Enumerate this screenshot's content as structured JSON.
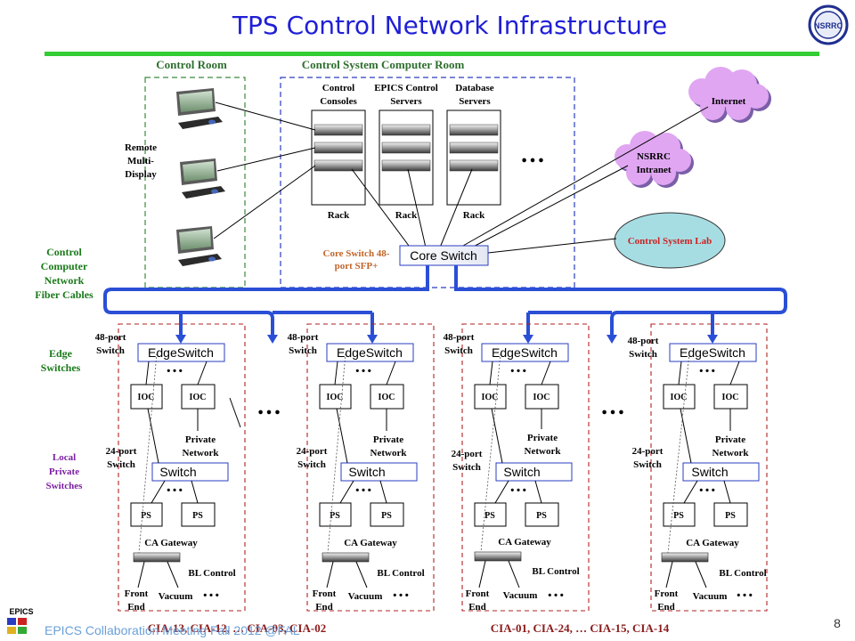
{
  "title": "TPS Control Network Infrastructure",
  "logo": {
    "text": "NSRRC"
  },
  "rooms": {
    "control_room": "Control Room",
    "computer_room": "Control System Computer Room"
  },
  "racks": [
    {
      "header_line1": "Control",
      "header_line2": "Consoles",
      "label": "Rack"
    },
    {
      "header_line1": "EPICS Control",
      "header_line2": "Servers",
      "label": "Rack"
    },
    {
      "header_line1": "Database",
      "header_line2": "Servers",
      "label": "Rack"
    }
  ],
  "remote_display": {
    "line1": "Remote",
    "line2": "Multi-",
    "line3": "Display"
  },
  "internet": "Internet",
  "intranet": {
    "line1": "NSRRC",
    "line2": "Intranet"
  },
  "control_lab": "Control System Lab",
  "core_switch": {
    "label": "Core Switch",
    "note_line1": "Core Switch 48-",
    "note_line2": "port SFP+"
  },
  "left_labels": {
    "fiber": [
      "Control",
      "Computer",
      "Network",
      "Fiber Cables"
    ],
    "edge": [
      "Edge",
      "Switches"
    ],
    "local": [
      "Local",
      "Private",
      "Switches"
    ]
  },
  "groups": [
    {
      "port48_line1": "48-port",
      "port48_line2": "Switch",
      "edge_label": "EdgeSwitch",
      "ioc1": "IOC",
      "ioc2": "IOC",
      "private_line1": "Private",
      "private_line2": "Network",
      "port24_line1": "24-port",
      "port24_line2": "Switch",
      "switch_label": "Switch",
      "ps1": "PS",
      "ps2": "PS",
      "ca_gateway": "CA Gateway",
      "bl_control": "BL Control",
      "front_end_line1": "Front",
      "front_end_line2": "End",
      "vacuum": "Vacuum",
      "dots": "…"
    },
    {
      "port48_line1": "48-port",
      "port48_line2": "Switch",
      "edge_label": "EdgeSwitch",
      "ioc1": "IOC",
      "ioc2": "IOC",
      "private_line1": "Private",
      "private_line2": "Network",
      "port24_line1": "24-port",
      "port24_line2": "Switch",
      "switch_label": "Switch",
      "ps1": "PS",
      "ps2": "PS",
      "ca_gateway": "CA Gateway",
      "bl_control": "BL Control",
      "front_end_line1": "Front",
      "front_end_line2": "End",
      "vacuum": "Vacuum",
      "dots": "…"
    },
    {
      "port48_line1": "48-port",
      "port48_line2": "Switch",
      "edge_label": "EdgeSwitch",
      "ioc1": "IOC",
      "ioc2": "IOC",
      "private_line1": "Private",
      "private_line2": "Network",
      "port24_line1": "24-port",
      "port24_line2": "Switch",
      "switch_label": "Switch",
      "ps1": "PS",
      "ps2": "PS",
      "ca_gateway": "CA Gateway",
      "bl_control": "BL Control",
      "front_end_line1": "Front",
      "front_end_line2": "End",
      "vacuum": "Vacuum",
      "dots": "…"
    },
    {
      "port48_line1": "48-port",
      "port48_line2": "Switch",
      "edge_label": "EdgeSwitch",
      "ioc1": "IOC",
      "ioc2": "IOC",
      "private_line1": "Private",
      "private_line2": "Network",
      "port24_line1": "24-port",
      "port24_line2": "Switch",
      "switch_label": "Switch",
      "ps1": "PS",
      "ps2": "PS",
      "ca_gateway": "CA Gateway",
      "bl_control": "BL Control",
      "front_end_line1": "Front",
      "front_end_line2": "End",
      "vacuum": "Vacuum",
      "dots": "…"
    }
  ],
  "ellipsis": "…",
  "cia_left": "CIA-13, CIA-12, … CIA-03, CIA-02",
  "cia_right": "CIA-01, CIA-24, … CIA-15, CIA-14",
  "footer": "EPICS Collaboration Meeting Fall 2012 @FAL",
  "epics_logo": "EPICS",
  "page_number": "8",
  "colors": {
    "title": "#1f1fd6",
    "title_bar": "#33cc33",
    "fiber": "#2a4fd6",
    "dashed_room": "#3b8a3b",
    "dashed_cr": "#2a3cc0",
    "dashed_group": "#b22222",
    "lab_fill": "#a6dde3",
    "cloud_fill": "#e0a6f2"
  }
}
